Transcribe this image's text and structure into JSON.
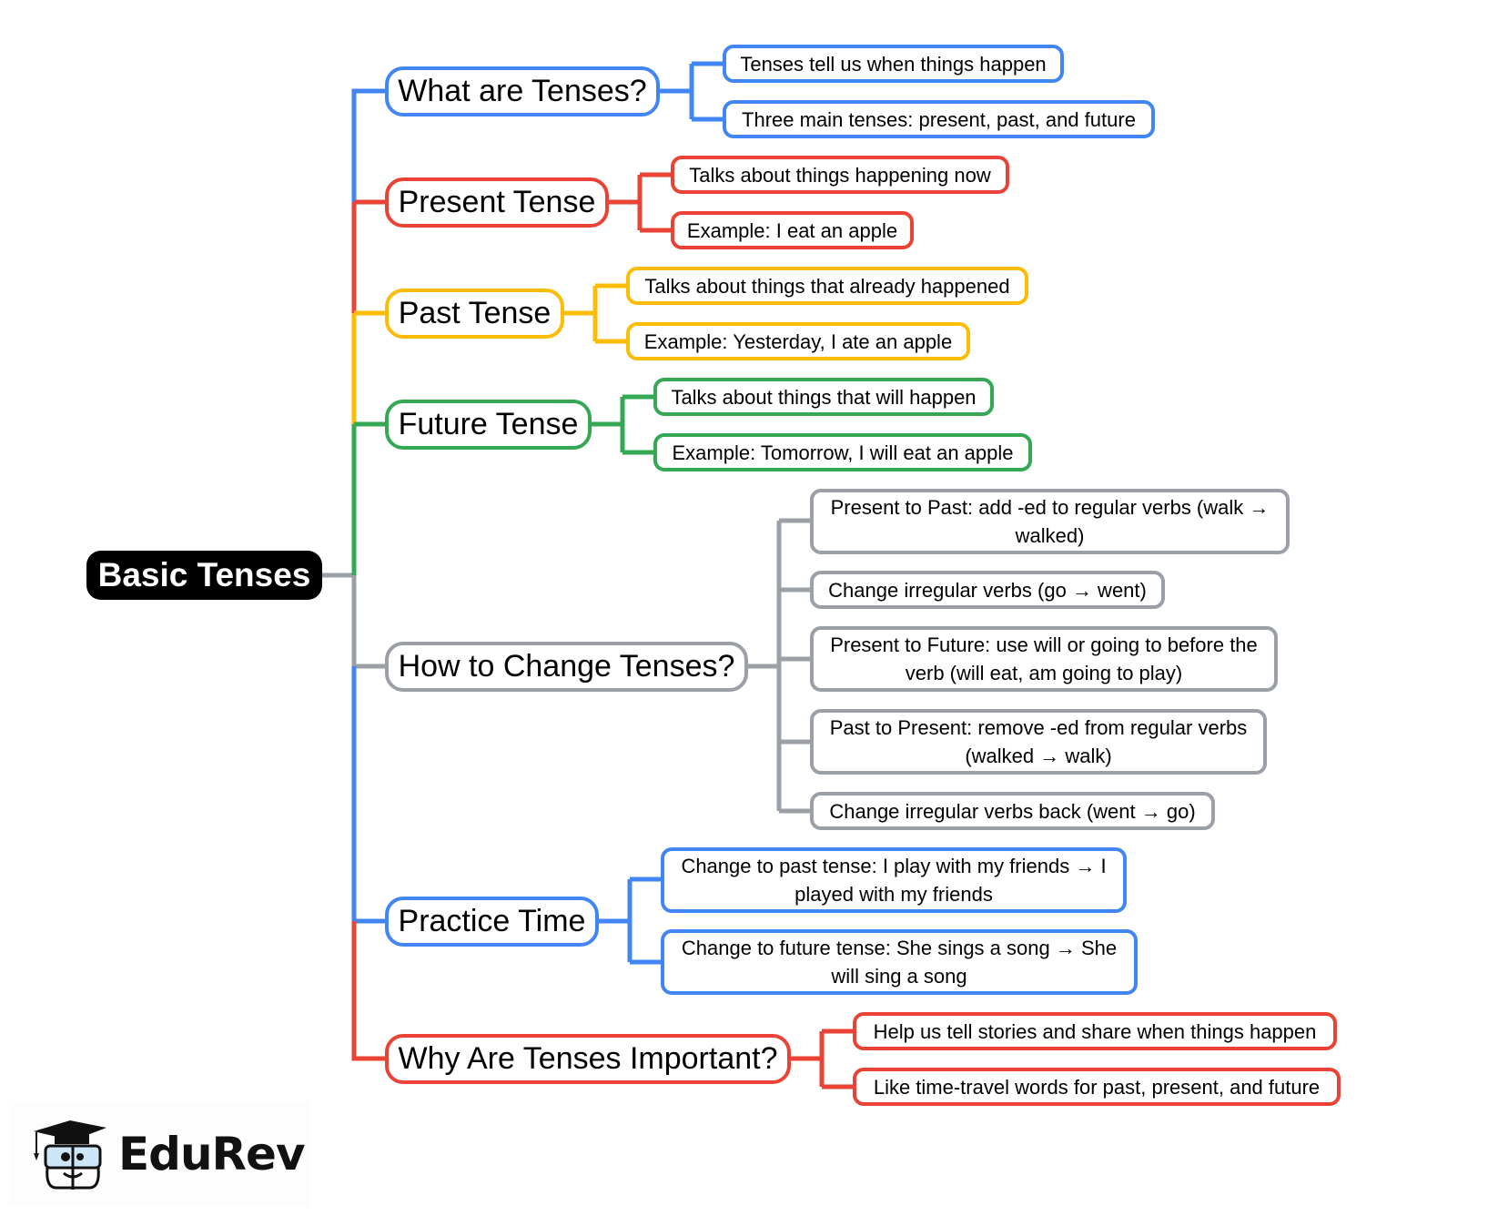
{
  "colors": {
    "blue": "#4285F4",
    "red": "#EA4335",
    "yellow": "#FBBC05",
    "green": "#34A853",
    "gray": "#9AA0A6",
    "root_bg": "#000000"
  },
  "root": {
    "label": "Basic Tenses"
  },
  "branches": [
    {
      "label": "What are Tenses?",
      "color": "blue",
      "children": [
        "Tenses tell us when things happen",
        "Three main tenses: present, past, and future"
      ]
    },
    {
      "label": "Present Tense",
      "color": "red",
      "children": [
        "Talks about things happening now",
        "Example: I eat an apple"
      ]
    },
    {
      "label": "Past Tense",
      "color": "yellow",
      "children": [
        "Talks about things that already happened",
        "Example: Yesterday, I ate an apple"
      ]
    },
    {
      "label": "Future Tense",
      "color": "green",
      "children": [
        "Talks about things that will happen",
        "Example: Tomorrow, I will eat an apple"
      ]
    },
    {
      "label": "How to Change Tenses?",
      "color": "gray",
      "children": [
        "Present to Past: add -ed to regular verbs (walk → walked)",
        "Change irregular verbs (go → went)",
        "Present to Future: use will or going to before the verb (will eat, am going to play)",
        "Past to Present: remove -ed from regular verbs (walked → walk)",
        "Change irregular verbs back (went → go)"
      ]
    },
    {
      "label": "Practice Time",
      "color": "blue",
      "children": [
        "Change to past tense: I play with my friends → I played with my friends",
        "Change to future tense: She sings a song → She will sing a song"
      ]
    },
    {
      "label": "Why Are Tenses Important?",
      "color": "red",
      "children": [
        "Help us tell stories and share when things happen",
        "Like time-travel words for past, present, and future"
      ]
    }
  ],
  "logo": {
    "brand": "EduRev",
    "icon": "graduation-cap-mascot-icon"
  }
}
